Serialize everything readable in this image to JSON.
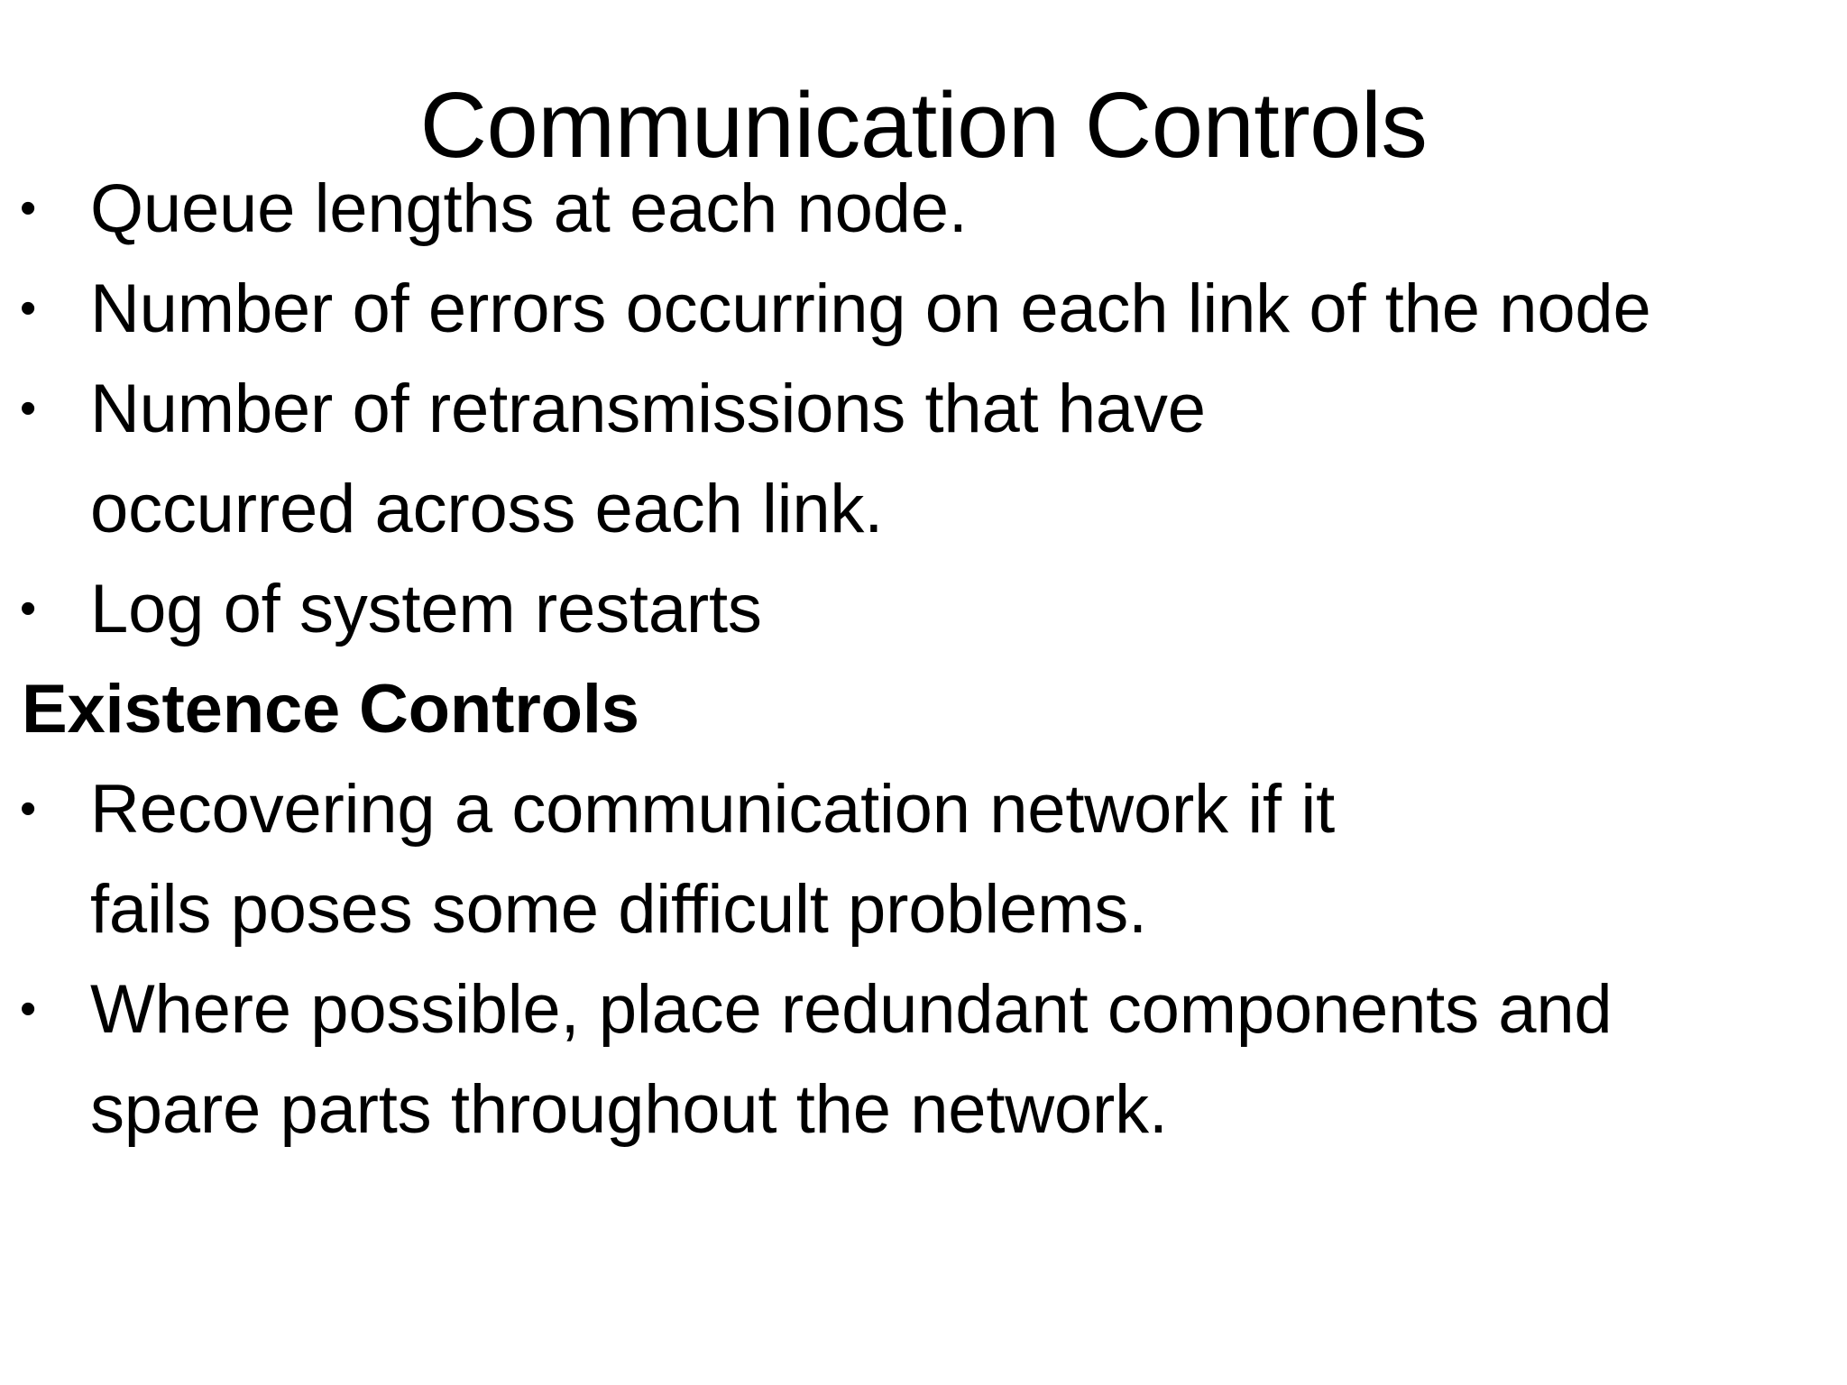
{
  "slide": {
    "background_color": "#ffffff",
    "text_color": "#000000",
    "title": "Communication Controls",
    "bullet_glyph": "•",
    "blocks": [
      {
        "type": "bullet",
        "text": "Queue lengths at each node."
      },
      {
        "type": "bullet",
        "text": "Number of errors occurring on each link of the node"
      },
      {
        "type": "bullet",
        "text": "Number of retransmissions that have occurred across each link."
      },
      {
        "type": "bullet",
        "text": "Log of system restarts"
      },
      {
        "type": "heading",
        "text": "Existence Controls"
      },
      {
        "type": "bullet",
        "text": "Recovering a communication network if it fails poses some difficult problems."
      },
      {
        "type": "bullet",
        "text": "Where possible, place redundant components and spare parts throughout the network."
      }
    ]
  }
}
